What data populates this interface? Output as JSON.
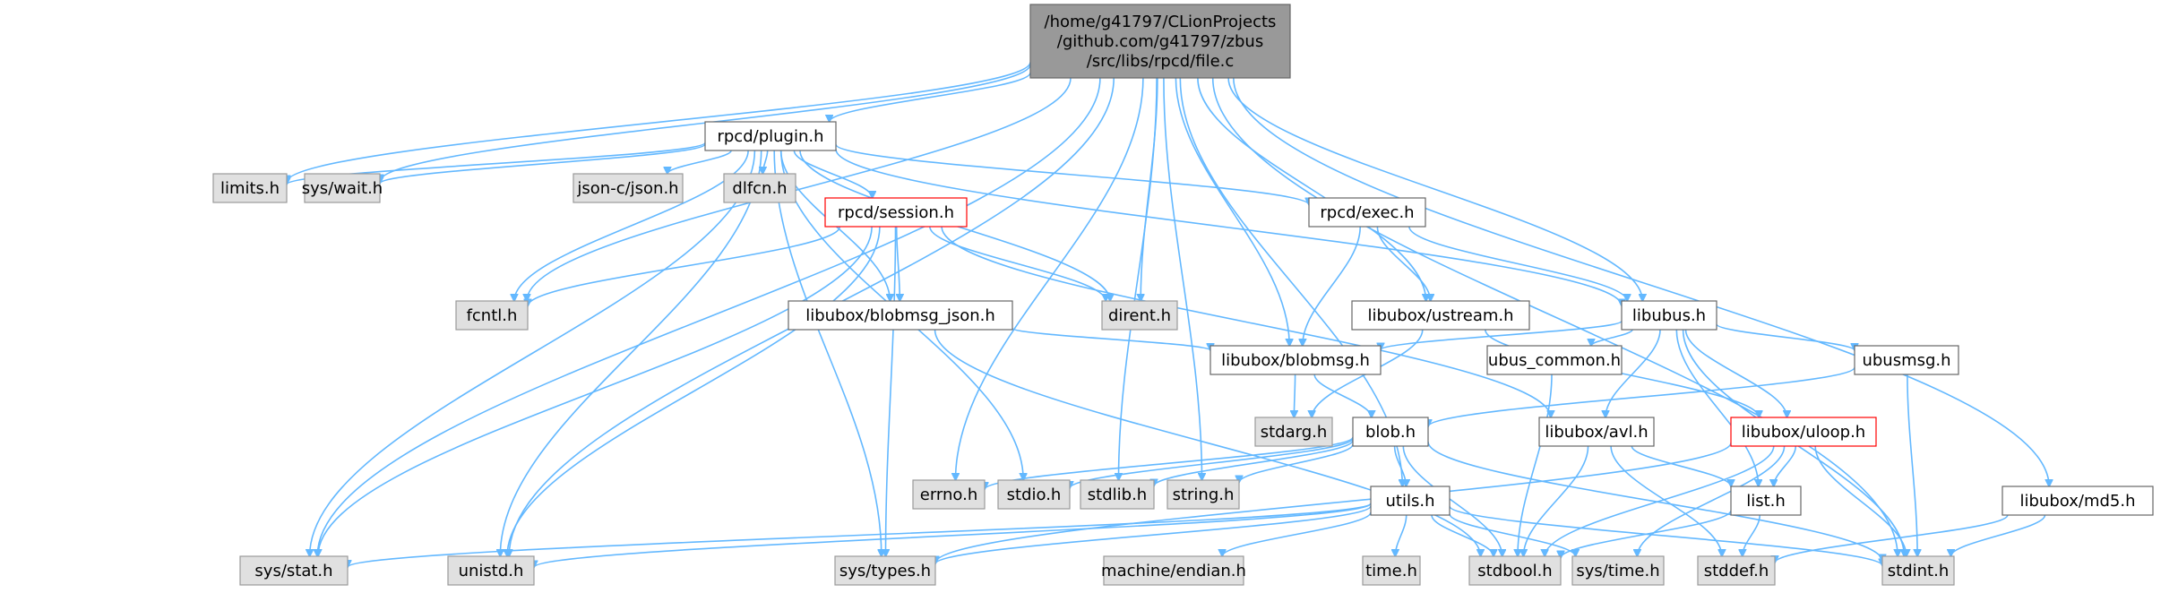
{
  "colors": {
    "edge": "#63b8ff",
    "root_fill": "#999999",
    "root_border": "#666666",
    "doc_fill": "#ffffff",
    "doc_border": "#666666",
    "sys_fill": "#e0e0e0",
    "sys_border": "#999999",
    "trunc_border": "#ff0000"
  },
  "nodes": {
    "root": {
      "label": [
        "/home/g41797/CLionProjects",
        "/github.com/g41797/zbus",
        "/src/libs/rpcd/file.c"
      ],
      "kind": "root"
    },
    "plugin": {
      "label": [
        "rpcd/plugin.h"
      ],
      "kind": "doc"
    },
    "limits": {
      "label": [
        "limits.h"
      ],
      "kind": "sys"
    },
    "syswait": {
      "label": [
        "sys/wait.h"
      ],
      "kind": "sys"
    },
    "jsonc": {
      "label": [
        "json-c/json.h"
      ],
      "kind": "sys"
    },
    "dlfcn": {
      "label": [
        "dlfcn.h"
      ],
      "kind": "sys"
    },
    "session": {
      "label": [
        "rpcd/session.h"
      ],
      "kind": "trunc"
    },
    "exec": {
      "label": [
        "rpcd/exec.h"
      ],
      "kind": "doc"
    },
    "fcntl": {
      "label": [
        "fcntl.h"
      ],
      "kind": "sys"
    },
    "blobmsgjson": {
      "label": [
        "libubox/blobmsg_json.h"
      ],
      "kind": "doc"
    },
    "dirent": {
      "label": [
        "dirent.h"
      ],
      "kind": "sys"
    },
    "ustream": {
      "label": [
        "libubox/ustream.h"
      ],
      "kind": "doc"
    },
    "libubus": {
      "label": [
        "libubus.h"
      ],
      "kind": "doc"
    },
    "blobmsg": {
      "label": [
        "libubox/blobmsg.h"
      ],
      "kind": "doc"
    },
    "ubuscommon": {
      "label": [
        "ubus_common.h"
      ],
      "kind": "doc"
    },
    "ubusmsg": {
      "label": [
        "ubusmsg.h"
      ],
      "kind": "doc"
    },
    "stdarg": {
      "label": [
        "stdarg.h"
      ],
      "kind": "sys"
    },
    "blob": {
      "label": [
        "blob.h"
      ],
      "kind": "doc"
    },
    "avl": {
      "label": [
        "libubox/avl.h"
      ],
      "kind": "doc"
    },
    "uloop": {
      "label": [
        "libubox/uloop.h"
      ],
      "kind": "trunc"
    },
    "errno": {
      "label": [
        "errno.h"
      ],
      "kind": "sys"
    },
    "stdio": {
      "label": [
        "stdio.h"
      ],
      "kind": "sys"
    },
    "stdlib": {
      "label": [
        "stdlib.h"
      ],
      "kind": "sys"
    },
    "string": {
      "label": [
        "string.h"
      ],
      "kind": "sys"
    },
    "utils": {
      "label": [
        "utils.h"
      ],
      "kind": "doc"
    },
    "list": {
      "label": [
        "list.h"
      ],
      "kind": "doc"
    },
    "md5": {
      "label": [
        "libubox/md5.h"
      ],
      "kind": "doc"
    },
    "sysstat": {
      "label": [
        "sys/stat.h"
      ],
      "kind": "sys"
    },
    "unistd": {
      "label": [
        "unistd.h"
      ],
      "kind": "sys"
    },
    "systypes": {
      "label": [
        "sys/types.h"
      ],
      "kind": "sys"
    },
    "machend": {
      "label": [
        "machine/endian.h"
      ],
      "kind": "sys"
    },
    "time": {
      "label": [
        "time.h"
      ],
      "kind": "sys"
    },
    "stdbool": {
      "label": [
        "stdbool.h"
      ],
      "kind": "sys"
    },
    "systime": {
      "label": [
        "sys/time.h"
      ],
      "kind": "sys"
    },
    "stddef": {
      "label": [
        "stddef.h"
      ],
      "kind": "sys"
    },
    "stdint": {
      "label": [
        "stdint.h"
      ],
      "kind": "sys"
    }
  },
  "edges": [
    [
      "root",
      "plugin"
    ],
    [
      "root",
      "limits"
    ],
    [
      "root",
      "syswait"
    ],
    [
      "root",
      "fcntl"
    ],
    [
      "root",
      "dirent"
    ],
    [
      "root",
      "ustream"
    ],
    [
      "root",
      "libubus"
    ],
    [
      "root",
      "blobmsg"
    ],
    [
      "root",
      "errno"
    ],
    [
      "root",
      "stdlib"
    ],
    [
      "root",
      "string"
    ],
    [
      "root",
      "utils"
    ],
    [
      "root",
      "md5"
    ],
    [
      "root",
      "sysstat"
    ],
    [
      "root",
      "unistd"
    ],
    [
      "root",
      "stdint"
    ],
    [
      "plugin",
      "limits"
    ],
    [
      "plugin",
      "syswait"
    ],
    [
      "plugin",
      "jsonc"
    ],
    [
      "plugin",
      "dlfcn"
    ],
    [
      "plugin",
      "session"
    ],
    [
      "plugin",
      "exec"
    ],
    [
      "plugin",
      "fcntl"
    ],
    [
      "plugin",
      "blobmsgjson"
    ],
    [
      "plugin",
      "dirent"
    ],
    [
      "plugin",
      "libubus"
    ],
    [
      "plugin",
      "stdio"
    ],
    [
      "plugin",
      "sysstat"
    ],
    [
      "plugin",
      "unistd"
    ],
    [
      "plugin",
      "systypes"
    ],
    [
      "session",
      "fcntl"
    ],
    [
      "session",
      "blobmsgjson"
    ],
    [
      "session",
      "dirent"
    ],
    [
      "session",
      "avl"
    ],
    [
      "session",
      "sysstat"
    ],
    [
      "session",
      "unistd"
    ],
    [
      "session",
      "systypes"
    ],
    [
      "exec",
      "blobmsg"
    ],
    [
      "exec",
      "ustream"
    ],
    [
      "exec",
      "libubus"
    ],
    [
      "blobmsgjson",
      "blobmsg"
    ],
    [
      "blobmsgjson",
      "stdbool"
    ],
    [
      "ustream",
      "stdarg"
    ],
    [
      "ustream",
      "uloop"
    ],
    [
      "libubus",
      "blobmsg"
    ],
    [
      "libubus",
      "ubuscommon"
    ],
    [
      "libubus",
      "ubusmsg"
    ],
    [
      "libubus",
      "avl"
    ],
    [
      "libubus",
      "uloop"
    ],
    [
      "libubus",
      "list"
    ],
    [
      "libubus",
      "stdint"
    ],
    [
      "blobmsg",
      "stdarg"
    ],
    [
      "blobmsg",
      "blob"
    ],
    [
      "ubuscommon",
      "stdbool"
    ],
    [
      "ubusmsg",
      "blob"
    ],
    [
      "ubusmsg",
      "stdint"
    ],
    [
      "blob",
      "errno"
    ],
    [
      "blob",
      "stdio"
    ],
    [
      "blob",
      "stdlib"
    ],
    [
      "blob",
      "string"
    ],
    [
      "blob",
      "utils"
    ],
    [
      "blob",
      "stdbool"
    ],
    [
      "blob",
      "stdint"
    ],
    [
      "avl",
      "list"
    ],
    [
      "avl",
      "stdbool"
    ],
    [
      "avl",
      "stddef"
    ],
    [
      "uloop",
      "list"
    ],
    [
      "uloop",
      "systypes"
    ],
    [
      "uloop",
      "stdbool"
    ],
    [
      "uloop",
      "systime"
    ],
    [
      "uloop",
      "stdint"
    ],
    [
      "utils",
      "sysstat"
    ],
    [
      "utils",
      "unistd"
    ],
    [
      "utils",
      "systypes"
    ],
    [
      "utils",
      "machend"
    ],
    [
      "utils",
      "time"
    ],
    [
      "utils",
      "stdbool"
    ],
    [
      "utils",
      "systime"
    ],
    [
      "utils",
      "stdint"
    ],
    [
      "list",
      "stdbool"
    ],
    [
      "list",
      "stddef"
    ],
    [
      "md5",
      "stddef"
    ],
    [
      "md5",
      "stdint"
    ]
  ]
}
